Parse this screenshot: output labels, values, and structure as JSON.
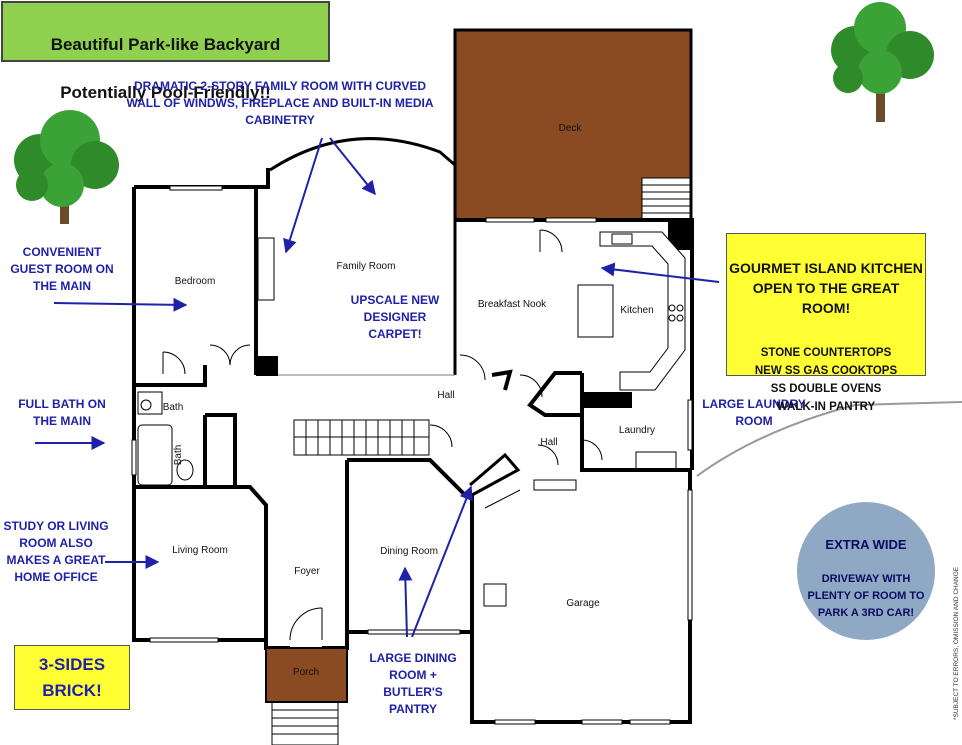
{
  "banner": {
    "line1": "Beautiful Park-like Backyard",
    "line2": "Potentially Pool-Friendly!!"
  },
  "callouts": {
    "family_room": "DRAMATIC 2-STORY FAMILY ROOM WITH CURVED\nWALL OF WINDWS, FIREPLACE AND BUILT-IN MEDIA\nCABINETRY",
    "guest_room": "CONVENIENT\nGUEST ROOM ON\nTHE MAIN",
    "full_bath": "FULL BATH ON\nTHE MAIN",
    "study": "STUDY OR LIVING\nROOM ALSO\nMAKES A GREAT\nHOME OFFICE",
    "carpet": "UPSCALE NEW\nDESIGNER\nCARPET!",
    "laundry": "LARGE LAUNDRY\nROOM",
    "dining": "LARGE DINING\nROOM + BUTLER'S\nPANTRY"
  },
  "kitchen_box": {
    "title": "GOURMET ISLAND KITCHEN\nOPEN TO THE GREAT ROOM!",
    "features": "STONE COUNTERTOPS\nNEW SS GAS COOKTOPS\nSS DOUBLE OVENS\nWALK-IN PANTRY"
  },
  "brick_box": "3-SIDES\nBRICK!",
  "driveway": {
    "title": "EXTRA WIDE",
    "body": "DRIVEWAY WITH\nPLENTY OF ROOM TO\nPARK A 3RD CAR!"
  },
  "disclaimer": "*SUBJECT TO ERRORS, OMISSION AND CHANGE",
  "rooms": {
    "deck": "Deck",
    "bedroom": "Bedroom",
    "family_room": "Family Room",
    "breakfast_nook": "Breakfast Nook",
    "kitchen": "Kitchen",
    "hall_main": "Hall",
    "hall_small": "Hall",
    "bath_1": "Bath",
    "bath_2": "Bath",
    "laundry": "Laundry",
    "living_room": "Living Room",
    "foyer": "Foyer",
    "dining_room": "Dining Room",
    "garage": "Garage",
    "porch": "Porch"
  },
  "colors": {
    "callout_text": "#1f22a8",
    "banner_fill": "#8fd14f",
    "highlight_fill": "#ffff33",
    "deck_fill": "#8a4a22",
    "driveway_circle": "#8fa8c4",
    "wall": "#000000"
  }
}
